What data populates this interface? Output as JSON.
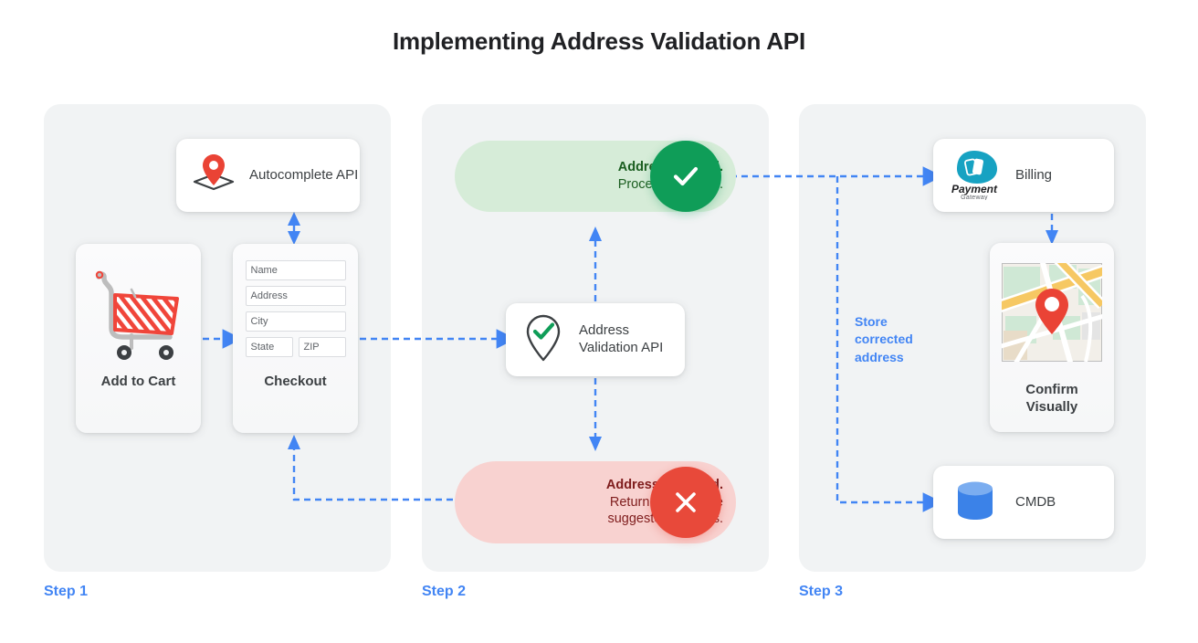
{
  "title": "Implementing Address Validation API",
  "theme": {
    "panel_bg": "#f1f3f4",
    "accent_blue": "#4285f4",
    "valid_green": "#0f9d58",
    "valid_pill_bg": "#d6ecd8",
    "invalid_red": "#e8493a",
    "invalid_pill_bg": "#f8d2d0",
    "pin_red": "#ea4335",
    "cmdb_blue": "#3b82e8",
    "payment_teal": "#17a2c2"
  },
  "steps": [
    {
      "label": "Step 1",
      "cards": {
        "autocomplete": {
          "label": "Autocomplete API",
          "icon": "map-pin-diamond-icon"
        },
        "add_to_cart": {
          "label": "Add to Cart",
          "icon": "shopping-cart-icon"
        },
        "checkout": {
          "label": "Checkout",
          "fields": [
            {
              "name": "name",
              "placeholder": "Name"
            },
            {
              "name": "address",
              "placeholder": "Address"
            },
            {
              "name": "city",
              "placeholder": "City"
            },
            {
              "name": "state",
              "placeholder": "State"
            },
            {
              "name": "zip",
              "placeholder": "ZIP"
            }
          ]
        }
      }
    },
    {
      "label": "Step 2",
      "cards": {
        "valid_pill": {
          "line1": "Address is valid.",
          "line2": "Proceed to billing.",
          "icon": "check-circle-icon"
        },
        "validation_api": {
          "label": "Address Validation API",
          "icon": "pin-check-icon"
        },
        "invalid_pill": {
          "line1": "Address is invalid.",
          "line2": "Return with Google",
          "line3": "suggested address.",
          "icon": "x-circle-icon"
        }
      }
    },
    {
      "label": "Step 3",
      "cards": {
        "billing": {
          "label": "Billing",
          "logo_primary": "Payment",
          "logo_secondary": "Gateway",
          "icon": "payment-gateway-icon"
        },
        "confirm": {
          "label_line1": "Confirm",
          "label_line2": "Visually",
          "icon": "map-thumbnail-icon"
        },
        "cmdb": {
          "label": "CMDB",
          "icon": "database-cylinder-icon"
        }
      },
      "note": {
        "line1": "Store",
        "line2": "corrected",
        "line3": "address"
      }
    }
  ]
}
